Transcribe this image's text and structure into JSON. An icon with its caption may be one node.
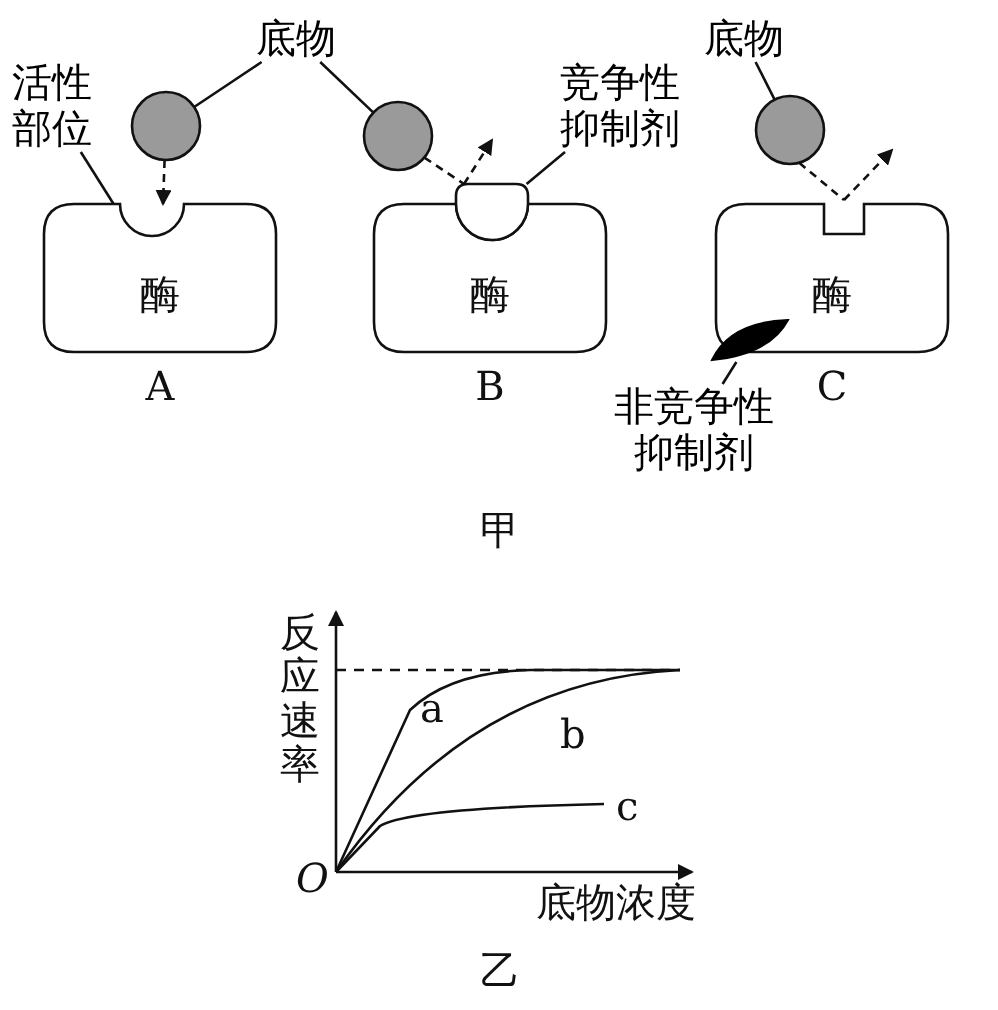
{
  "diagram": {
    "nodes": [
      {
        "text": [
          "底物"
        ]
      },
      {
        "text": [],
        "shape": "circle"
      },
      {
        "text": [],
        "shape": "circle"
      },
      {
        "text": [
          "活性部位"
        ]
      },
      {
        "text": [
          "酶"
        ],
        "beside": [
          "A"
        ]
      },
      {
        "text": [
          "竞争性抑制剂"
        ]
      },
      {
        "text": [
          "酶"
        ],
        "beside": [
          "B"
        ]
      },
      {
        "text": [],
        "shape": "semicircle"
      },
      {
        "text": [
          "底物"
        ]
      },
      {
        "text": [],
        "shape": "circle"
      },
      {
        "text": [
          "酶"
        ],
        "beside": [
          "C"
        ]
      },
      {
        "text": [],
        "shape": "leaf"
      },
      {
        "text": [
          "非竞争性抑制剂"
        ]
      }
    ],
    "edges": [
      {
        "from": 0,
        "to": 1,
        "arrow": "none"
      },
      {
        "from": 0,
        "to": 2,
        "arrow": "none"
      },
      {
        "from": 3,
        "to": 4,
        "arrow": "none"
      },
      {
        "from": 1,
        "to": 4,
        "arrow": "to",
        "style": "dashed"
      },
      {
        "from": 2,
        "to": 7,
        "arrow": "none",
        "style": "dashed"
      },
      {
        "from": 7,
        "to": null,
        "arrow": "to",
        "style": "dashed"
      },
      {
        "from": 5,
        "to": 7,
        "arrow": "none"
      },
      {
        "from": 8,
        "to": 9,
        "arrow": "none"
      },
      {
        "from": 9,
        "to": 10,
        "arrow": "none",
        "style": "dashed"
      },
      {
        "from": 10,
        "to": null,
        "arrow": "to",
        "style": "dashed"
      },
      {
        "from": 12,
        "to": 11,
        "arrow": "none"
      }
    ],
    "labels": [
      "甲",
      "反应速率",
      "a",
      "b",
      "c",
      "O",
      "底物浓度",
      "乙"
    ]
  }
}
